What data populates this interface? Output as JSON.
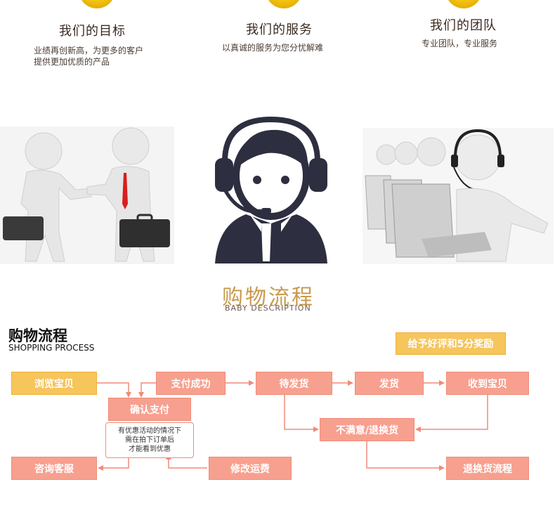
{
  "columns": [
    {
      "title": "我们的目标",
      "desc_line1": "业绩再创新高，为更多的客户",
      "desc_line2": "提供更加优质的产品"
    },
    {
      "title": "我们的服务",
      "desc_line1": "以真诚的服务为您分忧解难",
      "desc_line2": ""
    },
    {
      "title": "我们的团队",
      "desc_line1": "专业团队，专业服务",
      "desc_line2": ""
    }
  ],
  "banner": {
    "title": "购物流程",
    "subtitle": "BABY DESCRIPTION"
  },
  "process": {
    "title": "购物流程",
    "subtitle": "SHOPPING PROCESS",
    "reward": "给予好评和5分奖励",
    "steps": {
      "browse": "浏览宝贝",
      "pay_success": "支付成功",
      "await_ship": "待发货",
      "ship": "发货",
      "receive": "收到宝贝",
      "confirm_pay": "确认支付",
      "unsatisfied": "不满意/退换货",
      "consult": "咨询客服",
      "modify_freight": "修改运费",
      "return_process": "退换货流程"
    },
    "note": {
      "line1": "有优惠活动的情况下",
      "line2": "需在拍下订单后",
      "line3": "才能看到优惠"
    }
  },
  "colors": {
    "pink": "#f7a08f",
    "gold": "#f6c55c",
    "arrow": "#f08c78"
  }
}
